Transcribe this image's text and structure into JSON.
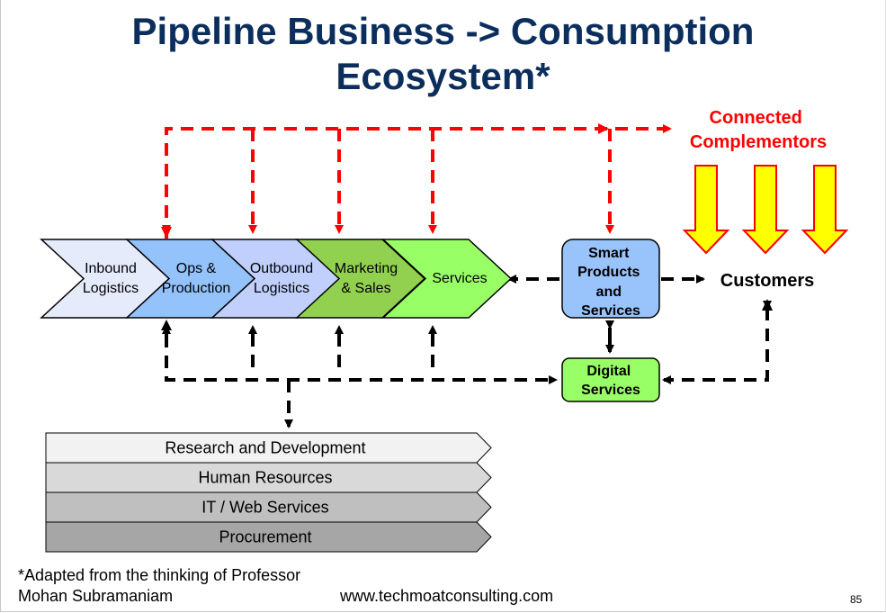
{
  "title": {
    "line1": "Pipeline Business -> Consumption",
    "line2": "Ecosystem*"
  },
  "complementors": {
    "line1": "Connected",
    "line2": "Complementors",
    "color": "#ff0000",
    "arrow_fill": "#ffff00",
    "arrow_stroke": "#ff0000"
  },
  "value_chain": [
    {
      "line1": "Inbound",
      "line2": "Logistics",
      "color": "#e6ebfc"
    },
    {
      "line1": "Ops &",
      "line2": "Production",
      "color": "#94c2fb"
    },
    {
      "line1": "Outbound",
      "line2": "Logistics",
      "color": "#c0cffc"
    },
    {
      "line1": "Marketing",
      "line2": "& Sales",
      "color": "#92d050"
    },
    {
      "line1": "Services",
      "line2": "",
      "color": "#99ff66"
    }
  ],
  "smart_products": {
    "lines": [
      "Smart",
      "Products",
      "and",
      "Services"
    ],
    "color": "#99c3fb"
  },
  "digital_services": {
    "lines": [
      "Digital",
      "Services"
    ],
    "color": "#99ff66"
  },
  "customers": "Customers",
  "support_activities": [
    {
      "label": "Research and Development",
      "color": "#f2f2f2"
    },
    {
      "label": "Human Resources",
      "color": "#d9d9d9"
    },
    {
      "label": "IT / Web Services",
      "color": "#bfbfbf"
    },
    {
      "label": "Procurement",
      "color": "#a6a6a6"
    }
  ],
  "footer": {
    "footnote_line1": "*Adapted from the thinking of Professor",
    "footnote_line2": "Mohan Subramaniam",
    "website": "www.techmoatconsulting.com",
    "page_number": "85"
  },
  "colors": {
    "title": "#0c2e5c",
    "red_connector": "#ff0000",
    "black_connector": "#000000"
  }
}
